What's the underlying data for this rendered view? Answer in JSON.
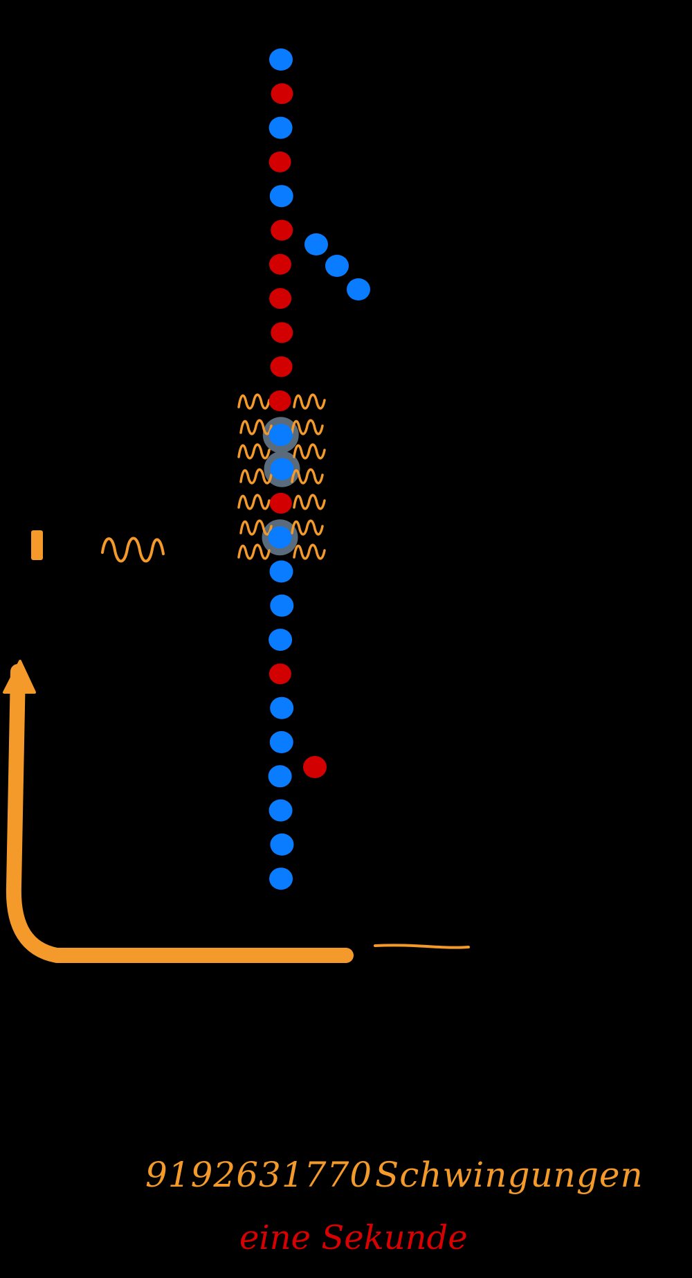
{
  "colors": {
    "background": "#000000",
    "blue_dot": "#0a7cff",
    "red_dot": "#d20000",
    "orange_ink": "#f39a2a",
    "glow": "#5a6b7c",
    "caption_red": "#d80000"
  },
  "column_dots": [
    "blue",
    "red",
    "blue",
    "red",
    "blue",
    "red",
    "red",
    "red",
    "red",
    "red",
    "red",
    "blue",
    "blue",
    "red",
    "blue",
    "blue",
    "blue",
    "blue",
    "red",
    "blue",
    "blue",
    "blue",
    "blue",
    "blue",
    "blue"
  ],
  "highlighted_dot_indices": [
    11,
    12,
    14
  ],
  "side_dots": [
    "blue",
    "blue",
    "blue",
    "red"
  ],
  "icons": {
    "arrow": "up-right-corner-arrow-icon",
    "wave": "wave-icon",
    "marker": "bar-marker-icon"
  },
  "annotation": {
    "count": "9192631770",
    "unit": "Schwingungen",
    "period": "eine Sekunde"
  }
}
